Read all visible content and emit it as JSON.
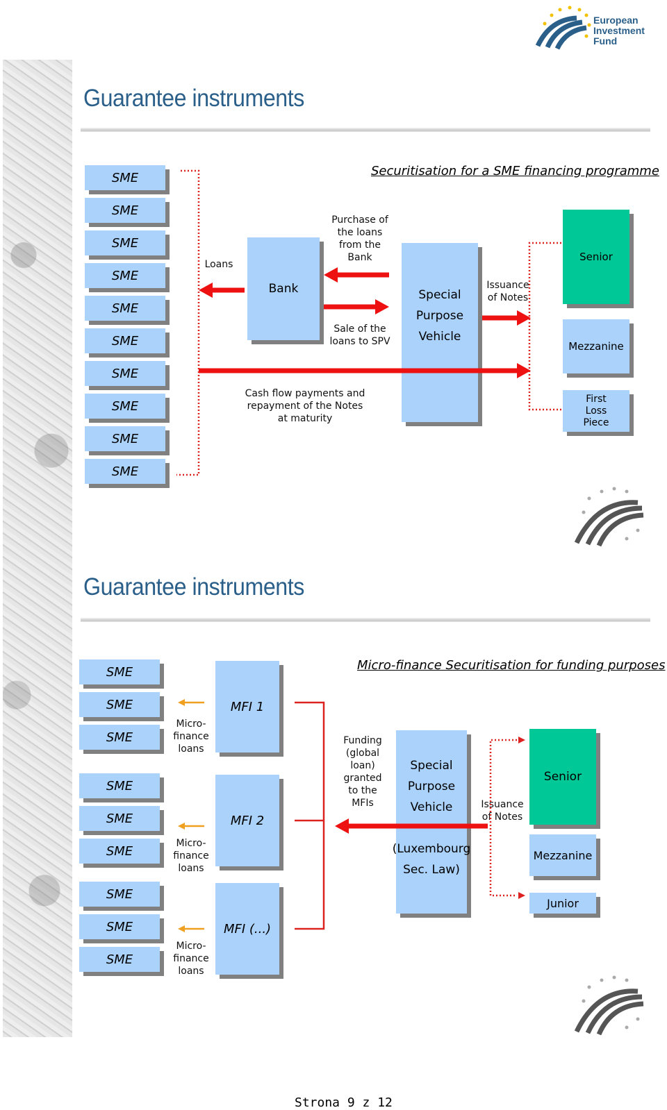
{
  "header": {
    "logo_lines": [
      "European",
      "Investment",
      "Fund"
    ]
  },
  "slide1": {
    "title": "Guarantee instruments",
    "subtitle": "Securitisation for a SME financing programme",
    "sme_label": "SME",
    "sme_boxes": [
      "SME",
      "SME",
      "SME",
      "SME",
      "SME",
      "SME",
      "SME",
      "SME",
      "SME",
      "SME"
    ],
    "bank": "Bank",
    "spv_lines": [
      "Special",
      "Purpose",
      "Vehicle"
    ],
    "tranches": {
      "senior": "Senior",
      "mezzanine": "Mezzanine",
      "first_loss_lines": [
        "First",
        "Loss",
        "Piece"
      ]
    },
    "labels": {
      "loans": "Loans",
      "purchase_lines": [
        "Purchase of",
        "the loans",
        "from the",
        "Bank"
      ],
      "sale_lines": [
        "Sale of the",
        "loans to SPV"
      ],
      "issuance_lines": [
        "Issuance",
        "of Notes"
      ],
      "cashflow_lines": [
        "Cash flow payments and",
        "repayment of the Notes",
        "at maturity"
      ]
    }
  },
  "slide2": {
    "title": "Guarantee instruments",
    "subtitle": "Micro-finance Securitisation for funding purposes",
    "sme_boxes": [
      "SME",
      "SME",
      "SME",
      "SME",
      "SME",
      "SME",
      "SME",
      "SME",
      "SME"
    ],
    "mfis": [
      "MFI 1",
      "MFI 2",
      "MFI (...)"
    ],
    "microfinance_lines": [
      "Micro-",
      "finance",
      "loans"
    ],
    "funding_lines": [
      "Funding",
      "(global",
      "loan)",
      "granted",
      "to the",
      "MFIs"
    ],
    "spv_lines": [
      "Special",
      "Purpose",
      "Vehicle"
    ],
    "spv_law_lines": [
      "(Luxembourg",
      "Sec. Law)"
    ],
    "issuance_lines": [
      "Issuance",
      "of Notes"
    ],
    "tranches": {
      "senior": "Senior",
      "mezzanine": "Mezzanine",
      "junior": "Junior"
    }
  },
  "footer": {
    "page": "Strona 9 z 12"
  },
  "colors": {
    "box": "#aad2fb",
    "senior": "#00c896",
    "arrow": "#ee1111",
    "small_arrow": "#f0a020",
    "title": "#2a5f8a"
  }
}
